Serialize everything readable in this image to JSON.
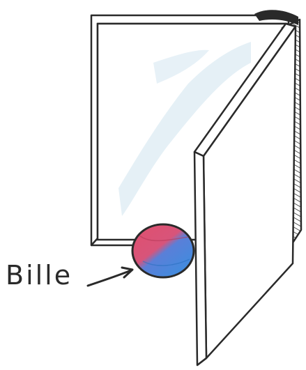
{
  "diagram": {
    "ball_label": "Bille",
    "colors": {
      "ink": "#2a2a2a",
      "ball_red": "#e0506e",
      "ball_blue": "#3a8fe0",
      "wash_blue": "#cfe4ef",
      "page_white": "#ffffff"
    },
    "icons": [
      "open-book",
      "ball",
      "arrow"
    ]
  }
}
